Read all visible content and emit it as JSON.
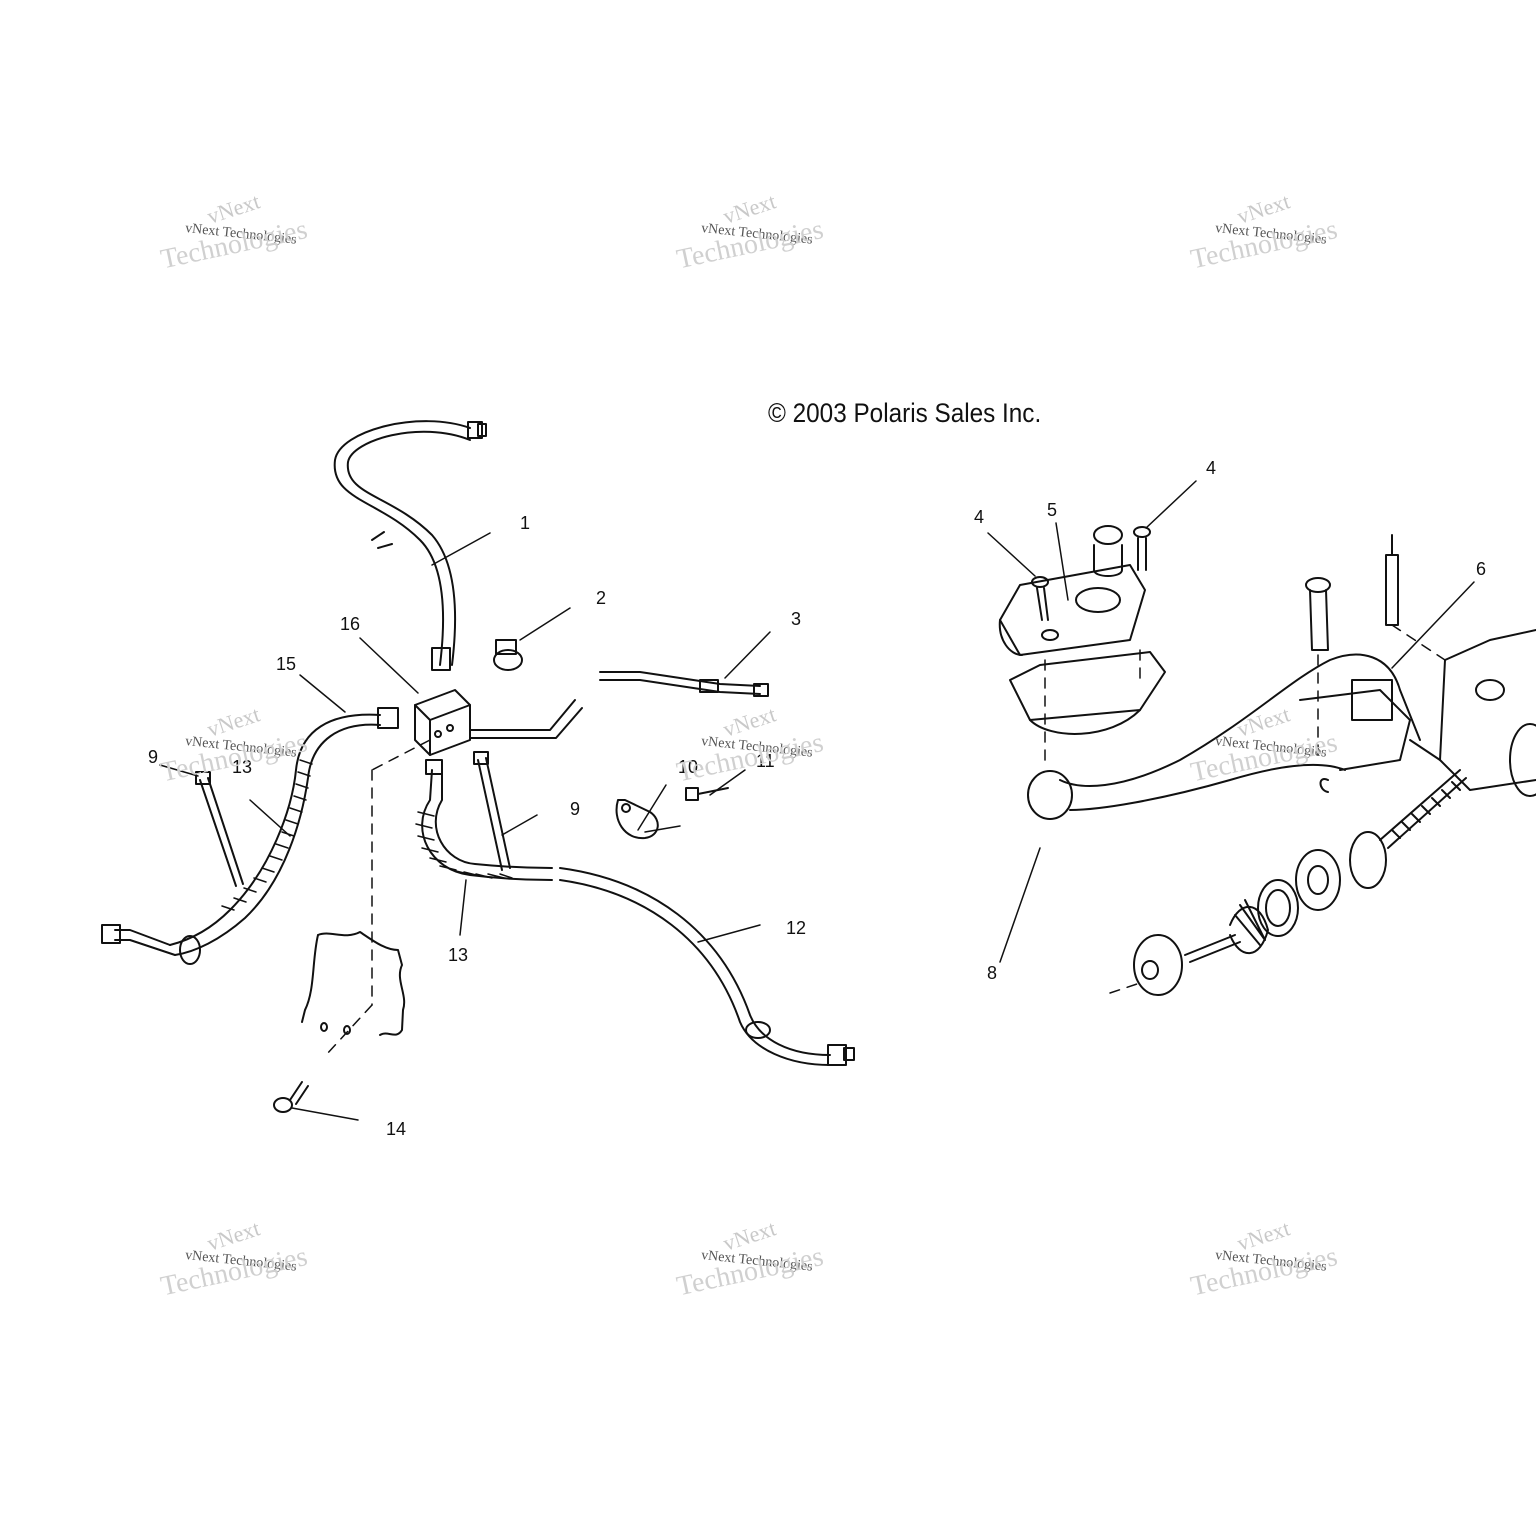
{
  "copyright": "© 2003 Polaris Sales Inc.",
  "watermark": {
    "line1": "vNext",
    "line2": "vNext Technologies",
    "line3": "Technologies"
  },
  "callouts": {
    "c1": "1",
    "c2": "2",
    "c3": "3",
    "c4a": "4",
    "c4b": "4",
    "c5": "5",
    "c6": "6",
    "c8": "8",
    "c9a": "9",
    "c9b": "9",
    "c10": "10",
    "c11": "11",
    "c12": "12",
    "c13a": "13",
    "c13b": "13",
    "c14": "14",
    "c15": "15",
    "c16": "16"
  },
  "colors": {
    "line": "#111111",
    "watermark_light": "#c9c9c9",
    "watermark_dark": "#555555"
  }
}
